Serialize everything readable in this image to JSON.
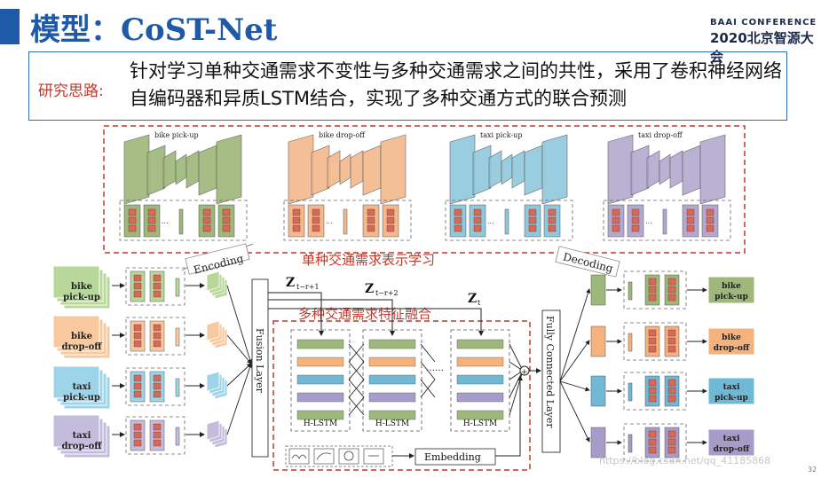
{
  "header": {
    "title": "模型：CoST-Net",
    "logo_line1": "BAAI CONFERENCE",
    "logo_line2": "2020北京智源大会"
  },
  "idea": {
    "label": "研究思路:",
    "text": "针对学习单种交通需求不变性与多种交通需求之间的共性，采用了卷积神经网络自编码器和异质LSTM结合，实现了多种交通方式的联合预测"
  },
  "top_section": {
    "caption": "单种交通需求表示学习",
    "encoders": [
      {
        "label": "bike pick-up",
        "color": "#9db87a"
      },
      {
        "label": "bike drop-off",
        "color": "#f3b98c"
      },
      {
        "label": "taxi pick-up",
        "color": "#8ec8dc"
      },
      {
        "label": "taxi drop-off",
        "color": "#b3a9cf"
      }
    ]
  },
  "inputs": [
    {
      "line1": "bike",
      "line2": "pick-up",
      "color": "#b8d79a"
    },
    {
      "line1": "bike",
      "line2": "drop-off",
      "color": "#f8c99e"
    },
    {
      "line1": "taxi",
      "line2": "pick-up",
      "color": "#9ed4e8"
    },
    {
      "line1": "taxi",
      "line2": "drop-off",
      "color": "#c4bcdc"
    }
  ],
  "outputs": [
    {
      "line1": "bike",
      "line2": "pick-up",
      "color": "#9db87a"
    },
    {
      "line1": "bike",
      "line2": "drop-off",
      "color": "#f5b27c"
    },
    {
      "line1": "taxi",
      "line2": "pick-up",
      "color": "#6fb8d6"
    },
    {
      "line1": "taxi",
      "line2": "drop-off",
      "color": "#a79cc9"
    }
  ],
  "labels": {
    "encoding": "Encoding",
    "decoding": "Decoding",
    "fusion_layer": "Fusion Layer",
    "fully_connected": "Fully Connected Layer",
    "fusion_caption": "多种交通需求特征融合",
    "z1": "Z",
    "z1_sub": "t−r+1",
    "z2": "Z",
    "z2_sub": "t−r+2",
    "z3": "Z",
    "z3_sub": "t",
    "hlstm": "H-LSTM",
    "embedding": "Embedding",
    "dots": "……",
    "plus": "+"
  },
  "footer": {
    "watermark": "https://blog.csdn.net/qq_41185868",
    "page": "32"
  }
}
